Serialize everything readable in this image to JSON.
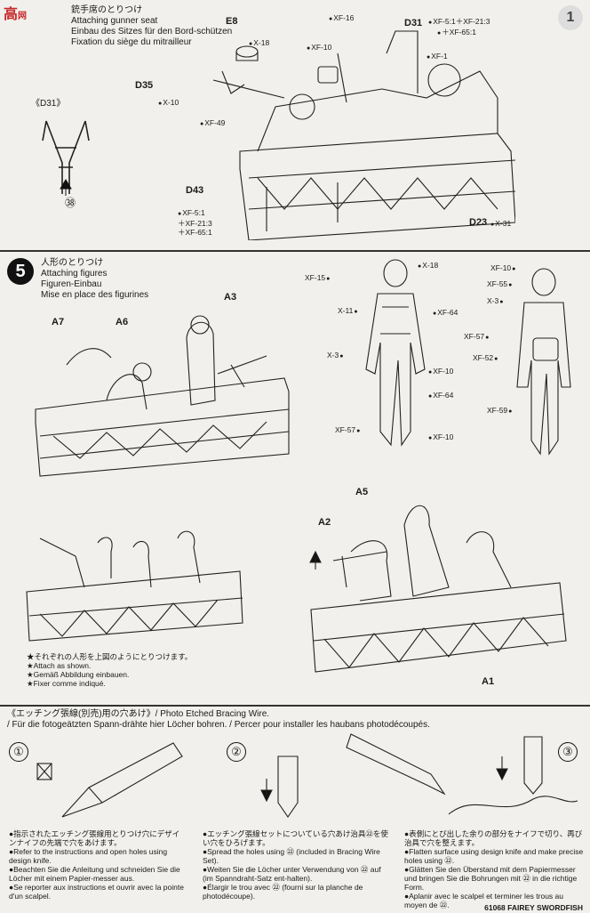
{
  "watermark": {
    "line1": "高",
    "line2": "网",
    "color": "#c62828"
  },
  "page_corner_number": "1",
  "step4": {
    "title_jp": "銃手席のとりつけ",
    "title_en": "Attaching gunner seat",
    "title_de": "Einbau des Sitzes für den Bord-schützen",
    "title_fr": "Fixation du siège du mitrailleur",
    "detail_label": "《D31》",
    "detail_callout": "㊳",
    "parts": {
      "e8": "E8",
      "d35": "D35",
      "d31": "D31",
      "d43": "D43",
      "d23": "D23"
    },
    "paints": {
      "x18": "X-18",
      "xf16": "XF-16",
      "xf10": "XF-10",
      "x10": "X-10",
      "xf49": "XF-49",
      "xf1": "XF-1",
      "d31_mix1": "XF-5:1＋XF-21:3",
      "d31_mix2": "＋XF-65:1",
      "d43_mix1": "XF-5:1",
      "d43_mix2": "＋XF-21:3",
      "d43_mix3": "＋XF-65:1",
      "x31": "X-31"
    }
  },
  "step5": {
    "number": "5",
    "title_jp": "人形のとりつけ",
    "title_en": "Attaching figures",
    "title_de": "Figuren-Einbau",
    "title_fr": "Mise en place des figurines",
    "parts": {
      "a7": "A7",
      "a6": "A6",
      "a3": "A3",
      "a5": "A5",
      "a2": "A2",
      "a1": "A1"
    },
    "figure1_paints": {
      "xf15": "XF-15",
      "x18": "X-18",
      "x11": "X-11",
      "xf64a": "XF-64",
      "x3": "X-3",
      "xf10a": "XF-10",
      "xf64b": "XF-64",
      "xf57": "XF-57",
      "xf10b": "XF-10"
    },
    "figure2_paints": {
      "xf10": "XF-10",
      "xf55": "XF-55",
      "x3": "X-3",
      "xf57": "XF-57",
      "xf52": "XF-52",
      "xf59": "XF-59"
    },
    "notes": [
      "★それぞれの人形を上図のようにとりつけます。",
      "★Attach as shown.",
      "★Gemäß Abbildung einbauen.",
      "★Fixer comme indiqué."
    ]
  },
  "bracing": {
    "header": "《エッチング張線(別売)用の穴あけ》/ Photo Etched Bracing Wire.",
    "subheader": "/ Für die fotogeätzten Spann-drähte hier Löcher bohren. / Percer pour installer les haubans photodécoupés.",
    "steps": [
      {
        "num": "①",
        "lines": [
          "●指示されたエッチング張線用とりつけ穴にデザインナイフの先端で穴をあけます。",
          "●Refer to the instructions and open holes using design knife.",
          "●Beachten Sie die Anleitung und schneiden Sie die Löcher mit einem Papier-messer aus.",
          "●Se reporter aux instructions et ouvrir avec la pointe d'un scalpel."
        ]
      },
      {
        "num": "②",
        "callout": "㉒",
        "lines": [
          "●エッチング張線セットについている穴あけ治具㉒を使い穴をひろげます。",
          "●Spread the holes using ㉒ (included in Bracing Wire Set).",
          "●Weiten Sie die Löcher unter Verwendung von ㉒ auf (im Spanndraht-Satz ent-halten).",
          "●Élargir le trou avec ㉒ (fourni sur la planche de photodécoupe)."
        ]
      },
      {
        "num": "③",
        "lines": [
          "●表側にとび出した余りの部分をナイフで切り、再び治具で穴を整えます。",
          "●Flatten surface using design knife and make precise holes using ㉒.",
          "●Glätten Sie den Überstand mit dem Papiermesser und bringen Sie die Bohrungen mit ㉒ in die richtige Form.",
          "●Aplanir avec le scalpel et terminer les trous au moyen de ㉒."
        ]
      }
    ]
  },
  "footer": "61068 FAIREY SWORDFISH"
}
